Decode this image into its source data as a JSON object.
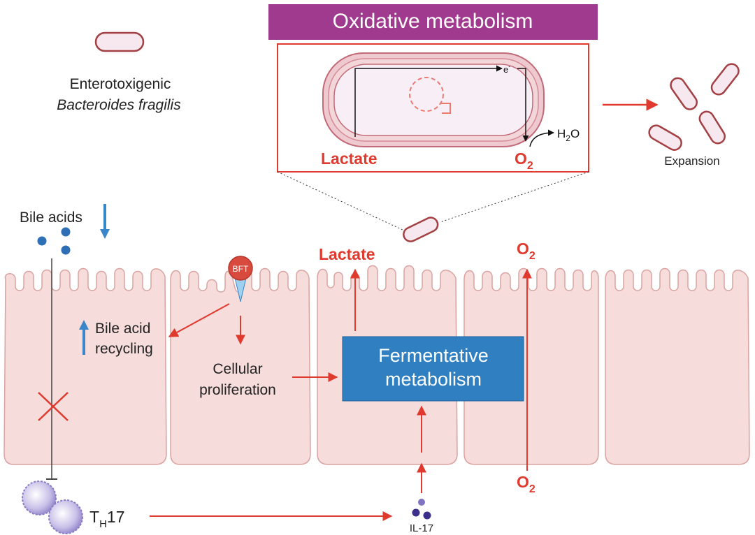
{
  "colors": {
    "red": "#e03a2e",
    "cell_fill": "#f6dcdb",
    "cell_stroke": "#d9a3a0",
    "purple_banner": "#a03a8e",
    "blue_box": "#2f7fc1",
    "blue_arrow": "#3a86c8",
    "bacterium_outline": "#a34043",
    "bacterium_fill": "#f7e7ee",
    "bile_dot": "#2f6fb5",
    "il17_dot": "#3a2f8a",
    "th17_cell": "#c9c0e8"
  },
  "organism": {
    "line1": "Enterotoxigenic",
    "line2": "Bacteroides fragilis"
  },
  "banner": "Oxidative metabolism",
  "inset": {
    "lactate": "Lactate",
    "o2": "O",
    "o2_sub": "2",
    "electron": "e",
    "electron_sup": "-",
    "water_h": "H",
    "water_sub": "2",
    "water_o": "O"
  },
  "expansion": "Expansion",
  "bile_acids": "Bile acids",
  "bft": "BFT",
  "bile_recycling": [
    "Bile acid",
    "recycling"
  ],
  "cellular_proliferation": [
    "Cellular",
    "proliferation"
  ],
  "lactate_out": "Lactate",
  "o2_top": "O",
  "o2_top_sub": "2",
  "o2_bottom": "O",
  "o2_bottom_sub": "2",
  "fermentative": [
    "Fermentative",
    "metabolism"
  ],
  "th17": "T",
  "th17_sub": "H",
  "th17_num": "17",
  "il17": "IL-17",
  "icons": [
    "bacterium-icon",
    "bft-toxin-icon",
    "th17-cell-icon",
    "inhibition-cross-icon",
    "tca-cycle-icon"
  ]
}
